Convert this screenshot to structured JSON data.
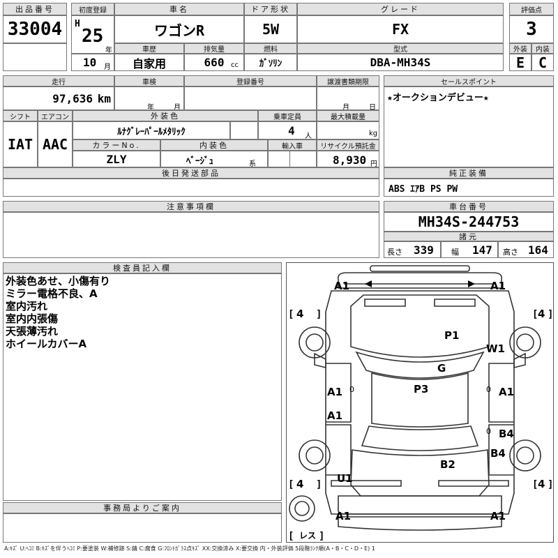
{
  "header": {
    "lot_label": "出品番号",
    "lot": "33004",
    "first_reg_label": "初度登録",
    "era": "H",
    "year": "25",
    "year_unit": "年",
    "month": "10",
    "month_unit": "月",
    "name_label": "車名",
    "name": "ワゴンR",
    "door_label": "ドア形状",
    "door": "5W",
    "grade_label": "グレード",
    "grade": "FX",
    "score_label": "評価点",
    "score": "3",
    "history_label": "車歴",
    "history": "自家用",
    "displacement_label": "排気量",
    "displacement": "660",
    "displacement_unit": "cc",
    "fuel_label": "燃料",
    "fuel": "ｶﾞｿﾘﾝ",
    "model_label": "型式",
    "model": "DBA-MH34S",
    "exterior_label": "外装",
    "exterior": "E",
    "interior_label": "内装",
    "interior": "C"
  },
  "specs": {
    "mileage_label": "走行",
    "mileage": "97,636",
    "mileage_unit": "km",
    "inspection_label": "車検",
    "inspection_year_unit": "年",
    "inspection_month_unit": "月",
    "reg_no_label": "登録番号",
    "transfer_label": "譲渡書類期限",
    "transfer_month_unit": "月",
    "transfer_day_unit": "日",
    "shift_label": "シフト",
    "shift": "IAT",
    "ac_label": "エアコン",
    "ac": "AAC",
    "color_label": "外装色",
    "color": "ﾙﾅｸﾞﾚｰﾊﾟｰﾙﾒﾀﾘｯｸ",
    "capacity_label": "乗車定員",
    "capacity": "4",
    "capacity_unit": "人",
    "max_load_label": "最大積載量",
    "max_load_unit": "kg",
    "color_no_label": "カラーNo.",
    "color_no": "ZLY",
    "interior_color_label": "内装色",
    "interior_color": "ﾍﾞｰｼﾞｭ",
    "interior_color_unit": "系",
    "import_label": "輸入車",
    "recycle_label": "リサイクル預託金",
    "recycle": "8,930",
    "recycle_unit": "円",
    "later_parts_label": "後日発送部品"
  },
  "sales_point": {
    "label": "セールスポイント",
    "text": "★オークションデビュー★"
  },
  "equipment": {
    "label": "純正装備",
    "text": "ABS ｴｱB PS PW"
  },
  "caution": {
    "label": "注意事項欄"
  },
  "chassis": {
    "label": "車台番号",
    "value": "MH34S-244753",
    "dims_label": "諸元",
    "length_label": "長さ",
    "length": "339",
    "width_label": "幅",
    "width": "147",
    "height_label": "高さ",
    "height": "164"
  },
  "inspector": {
    "label": "検査員記入欄",
    "lines": [
      "外装色あせ、小傷有り",
      "ミラー電格不良、A",
      "室内汚れ",
      "室内内張傷",
      "天張薄汚れ",
      "ホイールカバーA"
    ]
  },
  "office": {
    "label": "事務局よりご案内"
  },
  "diagram": {
    "front_left": "A1",
    "front_right": "A1",
    "tire_fl": "4",
    "tire_fr": "4",
    "tire_rl": "4",
    "tire_rr": "4",
    "hood": "P1",
    "fender_right": "W1",
    "windshield": "G",
    "roof": "P3",
    "door_fl": "A1",
    "door_fl_mark": "0",
    "door_fr": "A1",
    "door_fr_mark": "0",
    "door_rl": "A1",
    "door_rr": "B4",
    "door_rr_mark": "0",
    "quarter_right": "B4",
    "trunk": "B2",
    "quarter_left": "U1",
    "rear_left": "A1",
    "rear_right": "A1",
    "spare": "レス"
  },
  "legend": "A:ｷｽﾞ U:ﾍｺﾐ B:ｷｽﾞを伴うﾍｺﾐ P:要塗装 W:補修跡 S:錆 C:腐食 G:ﾌﾛﾝﾄｶﾞﾗｽ点ｷｽﾞ XX:交換済み X:要交換 内・外装評価 5段階ﾗﾝｸ順(A・B・C・D・E) 1"
}
